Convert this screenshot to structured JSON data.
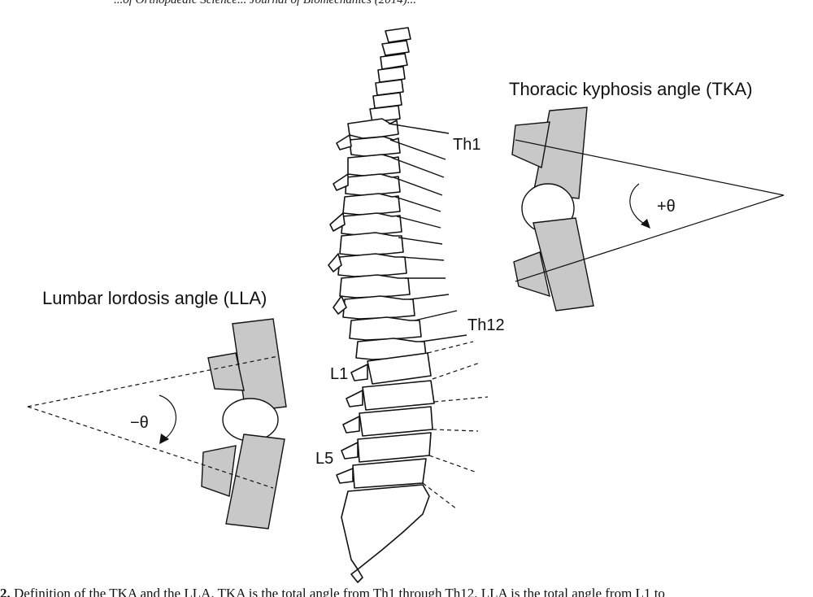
{
  "header_text": "...of Orthopaedic Science... Journal of Biomechanics (2014)...",
  "tka": {
    "title": "Thoracic kyphosis angle (TKA)",
    "angle_label": "+θ"
  },
  "lla": {
    "title": "Lumbar lordosis angle (LLA)",
    "angle_label": "−θ"
  },
  "vertebra_labels": {
    "th1": "Th1",
    "th12": "Th12",
    "l1": "L1",
    "l5": "L5"
  },
  "caption": {
    "fig_number": "2.",
    "text": "Definition of the TKA and the LLA. TKA is the total angle from Th1 through Th12. LLA is the total angle from L1 to"
  }
}
